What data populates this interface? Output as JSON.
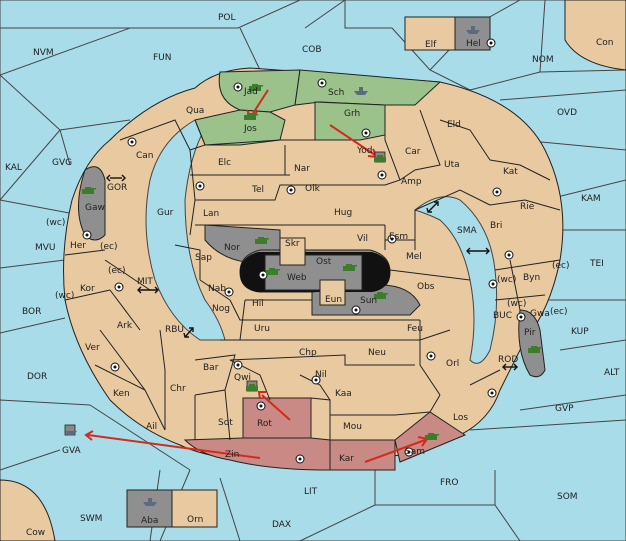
{
  "labels": {
    "POL": "POL",
    "FUN": "FUN",
    "COB": "COB",
    "NVM": "NVM",
    "NOM": "NOM",
    "Con": "Con",
    "Elf": "Elf",
    "Hel": "Hel",
    "OVD": "OVD",
    "KAL": "KAL",
    "GVG": "GVG",
    "GOR": "GOR",
    "Gaw": "Gaw",
    "wc1": "(wc)",
    "ec1": "(ec)",
    "Her": "Her",
    "MVU": "MVU",
    "ec2": "(ec)",
    "MIT": "MIT",
    "Kor": "Kor",
    "wc2": "(wc)",
    "BOR": "BOR",
    "Ark": "Ark",
    "RBU": "RBU",
    "Ver": "Ver",
    "DOR": "DOR",
    "Ken": "Ken",
    "Chr": "Chr",
    "Ail": "Ail",
    "GVA": "GVA",
    "Zin": "Zin",
    "Kar": "Kar",
    "Sam": "Sam",
    "LIT": "LIT",
    "FRO": "FRO",
    "SOM": "SOM",
    "SWM": "SWM",
    "Aba": "Aba",
    "Orn": "Orn",
    "DAX": "DAX",
    "Cow": "Cow",
    "Jad": "Jad",
    "Sch": "Sch",
    "Qua": "Qua",
    "Jos": "Jos",
    "Grh": "Grh",
    "Eld": "Eld",
    "Can": "Can",
    "Yod": "Yod",
    "Car": "Car",
    "Uta": "Uta",
    "Kat": "Kat",
    "Elc": "Elc",
    "Nar": "Nar",
    "Tel": "Tel",
    "Olk": "Olk",
    "Amp": "Amp",
    "KAM": "KAM",
    "Gur": "Gur",
    "Lan": "Lan",
    "Hug": "Hug",
    "Rie": "Rie",
    "Bri": "Bri",
    "SMA": "SMA",
    "Esm": "Esm",
    "Vil": "Vil",
    "Nor": "Nor",
    "Skr": "Skr",
    "Ost": "Ost",
    "Mel": "Mel",
    "Sap": "Sap",
    "Web": "Web",
    "TEI": "TEI",
    "ec3": "(ec)",
    "Byn": "Byn",
    "wc3": "(wc)",
    "Nab": "Nab",
    "Obs": "Obs",
    "Eun": "Eun",
    "Sun": "Sun",
    "Hil": "Hil",
    "Nog": "Nog",
    "wc4": "(wc)",
    "Gwa": "Gwa",
    "ec4": "(ec)",
    "KUP": "KUP",
    "BUC": "BUC",
    "Pir": "Pir",
    "Uru": "Uru",
    "Feu": "Feu",
    "Chp": "Chp",
    "Neu": "Neu",
    "ROD": "ROD",
    "Bar": "Bar",
    "Qwi": "Qwi",
    "Nil": "Nil",
    "Orl": "Orl",
    "ALT": "ALT",
    "Kaa": "Kaa",
    "GVP": "GVP",
    "Sot": "Sot",
    "Rot": "Rot",
    "Mou": "Mou",
    "Los": "Los"
  },
  "colors": {
    "sea": "#a8dce8",
    "land": "#e8c9a0",
    "green_power": "#9bc28a",
    "red_power": "#c98a86",
    "grey_power": "#8f8f8f",
    "arrow": "#d42a1a"
  },
  "units": [
    {
      "name": "army-green-jad"
    },
    {
      "name": "fleet-grey-sch"
    },
    {
      "name": "army-green-jos"
    },
    {
      "name": "army-green-yod"
    },
    {
      "name": "army-green-gaw"
    },
    {
      "name": "army-green-nor"
    },
    {
      "name": "army-green-web"
    },
    {
      "name": "army-green-ost"
    },
    {
      "name": "army-green-sun"
    },
    {
      "name": "army-green-pir"
    },
    {
      "name": "army-green-qwi"
    },
    {
      "name": "army-green-sam"
    },
    {
      "name": "fleet-grey-hel"
    },
    {
      "name": "fleet-grey-aba"
    }
  ]
}
